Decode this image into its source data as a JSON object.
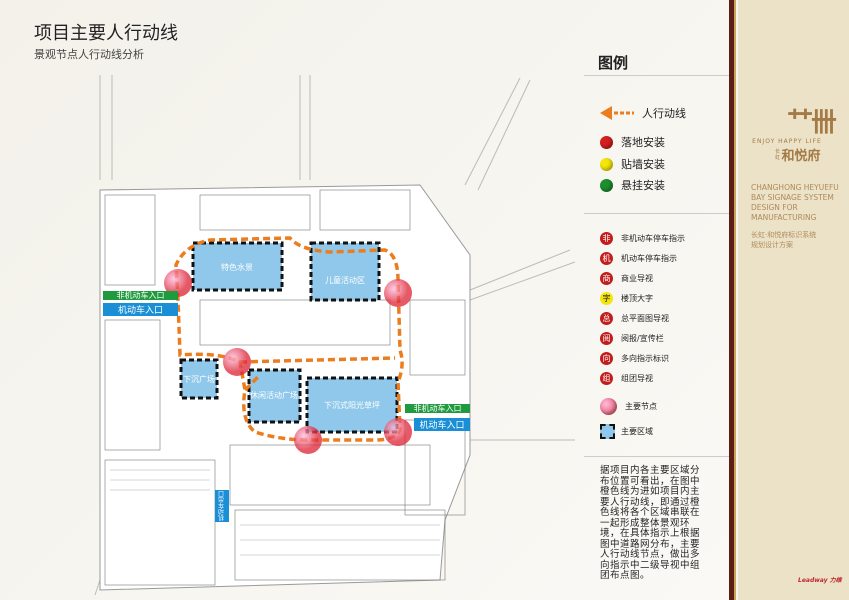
{
  "header": {
    "title": "项目主要人行动线",
    "subtitle": "景观节点人行动线分析"
  },
  "legend": {
    "title": "图例",
    "route": "人行动线",
    "mounts": [
      {
        "label": "落地安装",
        "color": "#d42020"
      },
      {
        "label": "贴墙安装",
        "color": "#f5e60a"
      },
      {
        "label": "悬挂安装",
        "color": "#1d8f2f"
      }
    ],
    "signs": [
      {
        "glyph": "非",
        "label": "非机动车停车指示"
      },
      {
        "glyph": "机",
        "label": "机动车停车指示"
      },
      {
        "glyph": "商",
        "label": "商业导视"
      },
      {
        "glyph": "字",
        "label": "楼顶大字",
        "yellow": true
      },
      {
        "glyph": "总",
        "label": "总平面图导视"
      },
      {
        "glyph": "阅",
        "label": "阅报/宣传栏"
      },
      {
        "glyph": "向",
        "label": "多向指示标识"
      },
      {
        "glyph": "组",
        "label": "组团导视"
      }
    ],
    "node": "主要节点",
    "area": "主要区域"
  },
  "description": "据项目内各主要区域分布位置可看出，在图中橙色线为进如项目内主要人行动线，即通过橙色线将各个区域串联在一起形成整体景观环境，在具体指示上根据图中道路网分布，主要人行动线节点，做出多向指示中二级导视中组团布点图。",
  "map": {
    "zones": [
      "特色水景",
      "儿童活动区",
      "下沉广场",
      "休闲活动广场",
      "下沉式阳光草坪"
    ],
    "entrances": {
      "west_bike": "非机动车入口",
      "west_car": "机动车入口",
      "east_bike": "非机动车入口",
      "east_car": "机动车入口",
      "south_exit": "机动车出口"
    }
  },
  "brand": {
    "slogan": "ENJOY HAPPY LIFE",
    "prefix": "长虹",
    "name": "和悦府",
    "en": "CHANGHONG HEYUEFU BAY SIGNAGE SYSTEM DESIGN FOR MANUFACTURING",
    "cn1": "长虹·和悦府标识系统",
    "cn2": "规划设计方案",
    "footer": "Leadway 力维"
  },
  "colors": {
    "route": "#ec7d1e",
    "zone": "#8fc8ea",
    "entrance_car": "#1a8fd6",
    "entrance_bike": "#1f9a3f"
  }
}
